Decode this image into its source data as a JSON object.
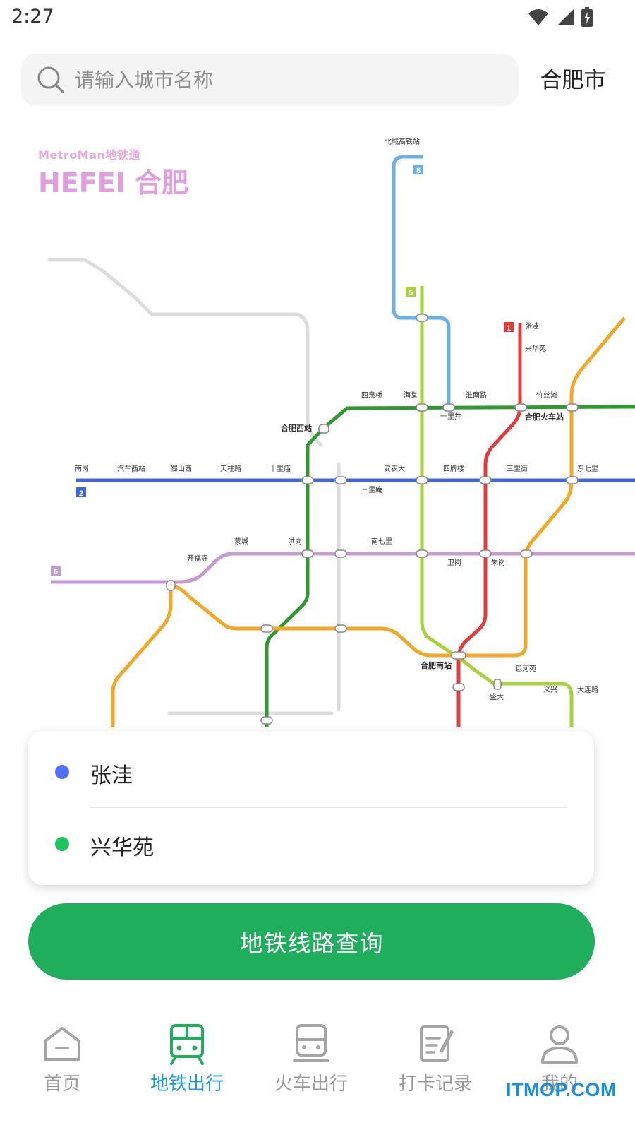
{
  "status_bar": {
    "time": "2:27"
  },
  "search": {
    "placeholder": "请输入城市名称",
    "city": "合肥市"
  },
  "map": {
    "brand_small": "MetroMan地铁通",
    "brand_big": "HEFEI 合肥",
    "stations": {
      "beicheng_hsr": "北城高铁站",
      "hefei_west": "合肥西站",
      "hefei_railway": "合肥火车站",
      "hefei_south": "合肥南站",
      "zhangwa": "张洼",
      "xinghuayuan": "兴华苑",
      "nangang": "南岗",
      "qichexizhan": "汽车西站",
      "shushanshan": "蜀山西",
      "tianzhulu": "天柱路",
      "shililiao": "十里庙",
      "sanliwan": "三里庵",
      "anongda": "安农大",
      "sipailou": "四牌楼",
      "sanlijie": "三里街",
      "dongqili": "东七里",
      "kaifusi": "开福寺",
      "mengcheng": "蒙城",
      "hongguang": "洪岗",
      "nanqili": "南七里",
      "weigang": "卫岗",
      "zhugang": "朱岗",
      "zhuwulu": "竹丝滩",
      "sihao": "四泉桥",
      "haitang": "海棠",
      "huainanlu": "淮南路",
      "yilijing": "一里井",
      "baohe": "包河苑",
      "shengda": "盛大",
      "yixing": "义兴",
      "dalianlu": "大连路",
      "line_no_1": "1",
      "line_no_2": "2",
      "line_no_5": "5",
      "line_no_6": "6",
      "line_no_8": "8"
    }
  },
  "route": {
    "origin": "张洼",
    "destination": "兴华苑"
  },
  "query_button": {
    "label": "地铁线路查询"
  },
  "nav": {
    "home": "首页",
    "metro": "地铁出行",
    "train": "火车出行",
    "checkin": "打卡记录",
    "mine": "我的"
  },
  "watermark": "ITMOP.COM",
  "colors": {
    "accent": "#1faf5c",
    "active_nav": "#1a9ae6",
    "inactive_nav": "#9a9a9a",
    "origin_dot": "#4f6ff8",
    "destination_dot": "#1fc460",
    "line1": "#e53b3b",
    "line2": "#3f68e0",
    "line3": "#2e9a2e",
    "line4": "#f5a623",
    "line5": "#a6d23b",
    "line6": "#c89ad4",
    "line8": "#6ab0e8"
  }
}
